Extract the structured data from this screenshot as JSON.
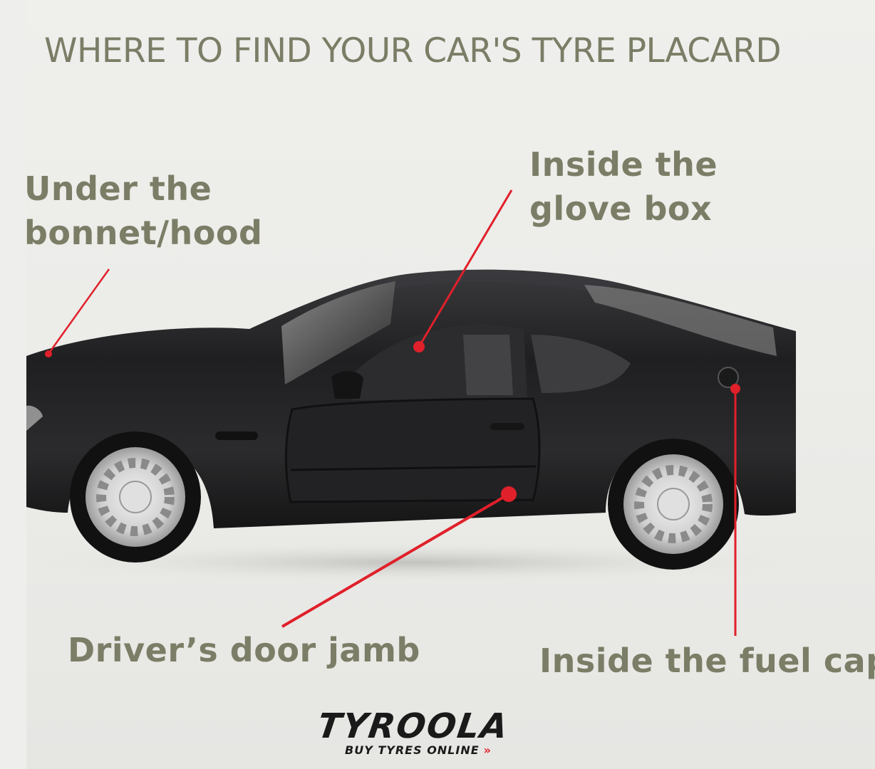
{
  "title": "WHERE TO FIND YOUR CAR'S TYRE PLACARD",
  "labels": {
    "bonnet": [
      "Under the",
      "bonnet/hood"
    ],
    "glove_box": [
      "Inside the",
      "glove box"
    ],
    "door_jamb": "Driver’s door jamb",
    "fuel_cap": "Inside the fuel cap"
  },
  "logo": {
    "wordmark": "TYROOLA",
    "tagline": "BUY TYRES ONLINE"
  },
  "colors": {
    "label_text": "#7c7d66",
    "pointer": "#e0202a",
    "car_body": "#1c1c1e",
    "background": "#ededeb"
  }
}
